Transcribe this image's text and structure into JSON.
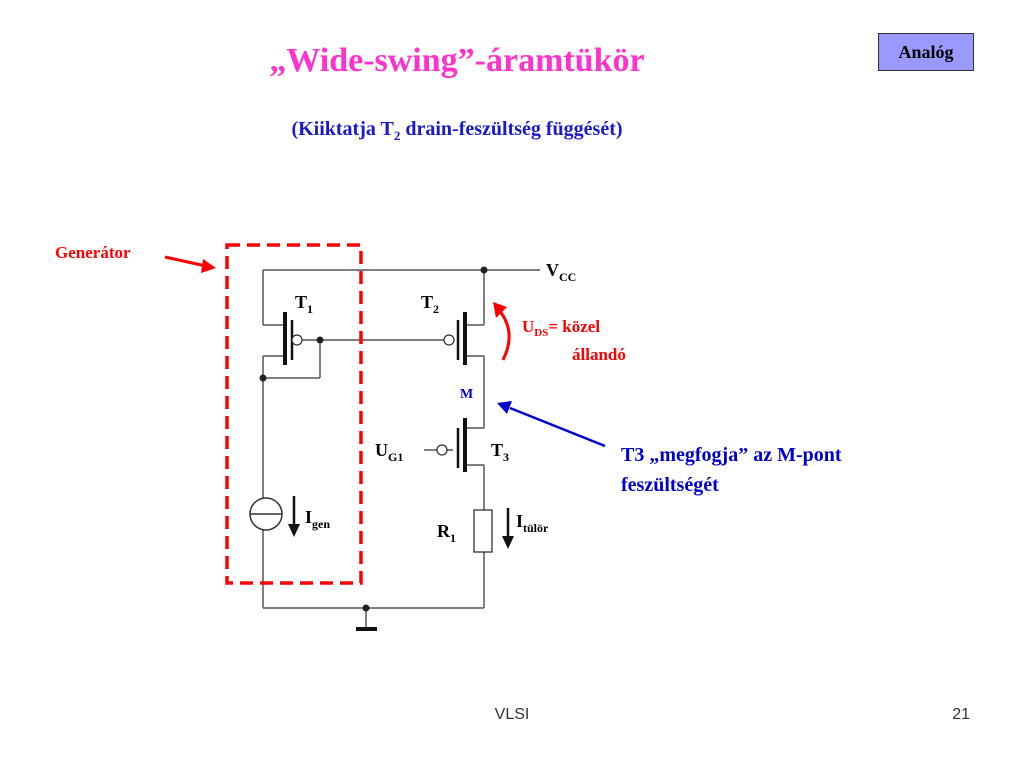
{
  "slide": {
    "title": "„Wide-swing”-áramtükör",
    "subtitle_prefix": "(Kiiktatja T",
    "subtitle_sub": "2",
    "subtitle_suffix": " drain-feszültség függését)",
    "badge": "Analóg",
    "footer_center": "VLSI",
    "footer_page": "21"
  },
  "diagram": {
    "generator_label": "Generátor",
    "vcc_main": "V",
    "vcc_sub": "CC",
    "t1_main": "T",
    "t1_sub": "1",
    "t2_main": "T",
    "t2_sub": "2",
    "t3_main": "T",
    "t3_sub": "3",
    "uds_main": "U",
    "uds_sub": "DS",
    "uds_line1": "= közel",
    "uds_line2": "állandó",
    "m_label": "M",
    "ug1_main": "U",
    "ug1_sub": "G1",
    "igen_main": "I",
    "igen_sub": "gen",
    "itulor_main": "I",
    "itulor_sub": "tülör",
    "r1_main": "R",
    "r1_sub": "1",
    "annotation_line1": "T3 „megfogja” az M-pont",
    "annotation_line2": "feszültségét",
    "colors": {
      "title": "#ff33cc",
      "subtitle": "#1a1acc",
      "badge_bg": "#9999ff",
      "generator": "#ff0000",
      "annotation": "#0000cc",
      "wire": "#555555"
    }
  }
}
